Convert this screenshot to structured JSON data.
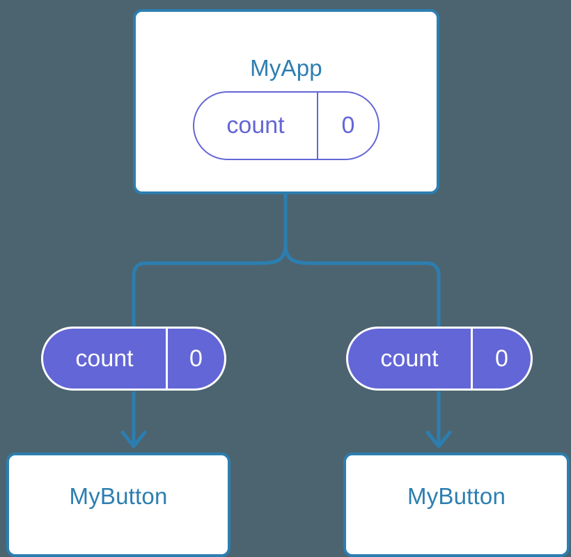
{
  "diagram": {
    "title": "MyApp",
    "background_color": "#4c6470",
    "accent_color": "#2c7eb0",
    "state_color": "#6366d6"
  },
  "root": {
    "component_name": "MyApp",
    "state": {
      "key": "count",
      "value": "0"
    }
  },
  "children": [
    {
      "props": {
        "key": "count",
        "value": "0"
      },
      "component_name": "MyButton"
    },
    {
      "props": {
        "key": "count",
        "value": "0"
      },
      "component_name": "MyButton"
    }
  ]
}
